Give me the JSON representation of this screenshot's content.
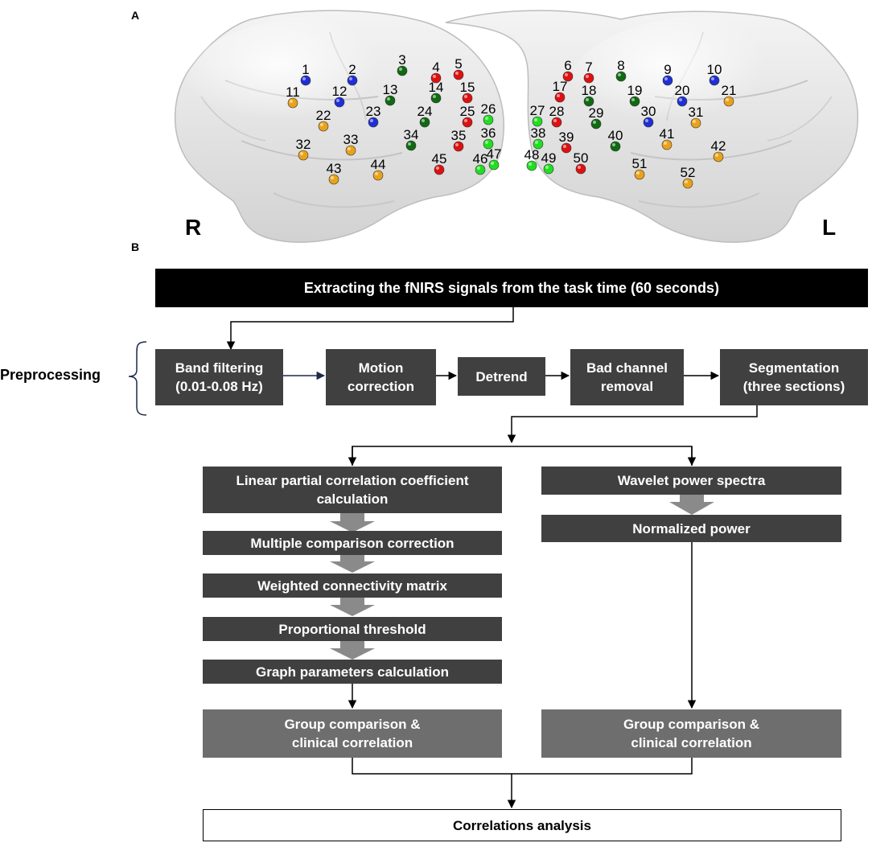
{
  "panel_labels": {
    "a": "A",
    "b": "B"
  },
  "hemisphere_labels": {
    "right": "R",
    "left": "L"
  },
  "colors": {
    "blue": "#1f2fd6",
    "dark_green": "#0f6a12",
    "red": "#e01010",
    "light_green": "#1fe01f",
    "orange": "#e9a21a"
  },
  "channels": [
    {
      "n": "1",
      "c": "blue"
    },
    {
      "n": "2",
      "c": "blue"
    },
    {
      "n": "3",
      "c": "dark_green"
    },
    {
      "n": "4",
      "c": "red"
    },
    {
      "n": "5",
      "c": "red"
    },
    {
      "n": "6",
      "c": "red"
    },
    {
      "n": "7",
      "c": "red"
    },
    {
      "n": "8",
      "c": "dark_green"
    },
    {
      "n": "9",
      "c": "blue"
    },
    {
      "n": "10",
      "c": "blue"
    },
    {
      "n": "11",
      "c": "orange"
    },
    {
      "n": "12",
      "c": "blue"
    },
    {
      "n": "13",
      "c": "dark_green"
    },
    {
      "n": "14",
      "c": "dark_green"
    },
    {
      "n": "15",
      "c": "red"
    },
    {
      "n": "17",
      "c": "red"
    },
    {
      "n": "18",
      "c": "dark_green"
    },
    {
      "n": "19",
      "c": "dark_green"
    },
    {
      "n": "20",
      "c": "blue"
    },
    {
      "n": "21",
      "c": "orange"
    },
    {
      "n": "22",
      "c": "orange"
    },
    {
      "n": "23",
      "c": "blue"
    },
    {
      "n": "24",
      "c": "dark_green"
    },
    {
      "n": "25",
      "c": "red"
    },
    {
      "n": "26",
      "c": "light_green"
    },
    {
      "n": "27",
      "c": "light_green"
    },
    {
      "n": "28",
      "c": "red"
    },
    {
      "n": "29",
      "c": "dark_green"
    },
    {
      "n": "30",
      "c": "blue"
    },
    {
      "n": "31",
      "c": "orange"
    },
    {
      "n": "32",
      "c": "orange"
    },
    {
      "n": "33",
      "c": "orange"
    },
    {
      "n": "34",
      "c": "dark_green"
    },
    {
      "n": "35",
      "c": "red"
    },
    {
      "n": "36",
      "c": "light_green"
    },
    {
      "n": "38",
      "c": "light_green"
    },
    {
      "n": "39",
      "c": "red"
    },
    {
      "n": "40",
      "c": "dark_green"
    },
    {
      "n": "41",
      "c": "orange"
    },
    {
      "n": "42",
      "c": "orange"
    },
    {
      "n": "43",
      "c": "orange"
    },
    {
      "n": "44",
      "c": "orange"
    },
    {
      "n": "45",
      "c": "red"
    },
    {
      "n": "46",
      "c": "light_green"
    },
    {
      "n": "47",
      "c": "light_green"
    },
    {
      "n": "48",
      "c": "light_green"
    },
    {
      "n": "49",
      "c": "light_green"
    },
    {
      "n": "50",
      "c": "red"
    },
    {
      "n": "51",
      "c": "orange"
    },
    {
      "n": "52",
      "c": "orange"
    }
  ],
  "flowchart": {
    "top_box": "Extracting the fNIRS signals from the task time (60 seconds)",
    "preprocessing_label": "Preprocessing",
    "preprocessing_steps": [
      "Band filtering\n(0.01-0.08 Hz)",
      "Motion\ncorrection",
      "Detrend",
      "Bad channel\nremoval",
      "Segmentation\n(three sections)"
    ],
    "left_branch": [
      "Linear partial correlation coefficient\ncalculation",
      "Multiple comparison correction",
      "Weighted connectivity matrix",
      "Proportional threshold",
      "Graph parameters calculation"
    ],
    "left_result": "Group comparison &\nclinical correlation",
    "right_branch": [
      "Wavelet power spectra",
      "Normalized power"
    ],
    "right_result": "Group comparison &\nclinical correlation",
    "final_box": "Correlations analysis"
  }
}
